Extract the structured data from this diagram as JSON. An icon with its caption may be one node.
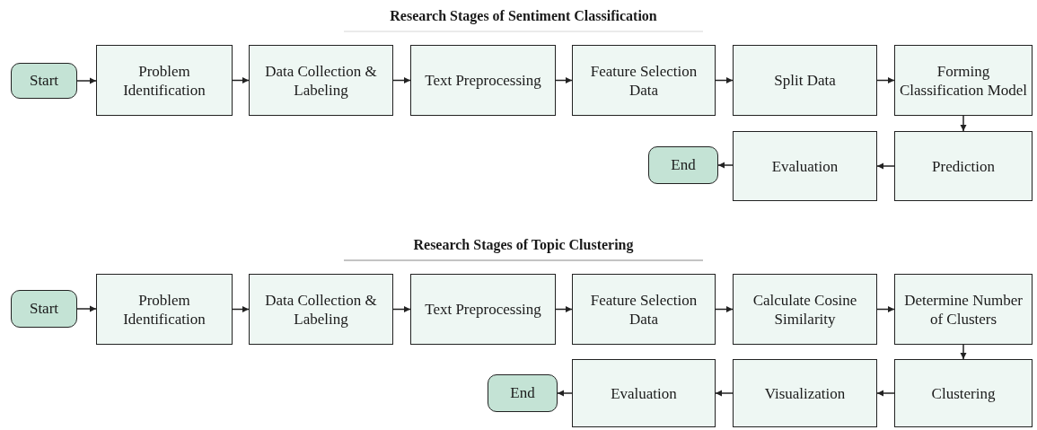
{
  "diagram": {
    "nodes": [
      {
        "text": [
          "Start"
        ]
      },
      {
        "text": [
          "Problem Identification"
        ]
      },
      {
        "text": [
          "Data Collection & Labeling"
        ]
      },
      {
        "text": [
          "Text Preprocessing"
        ]
      },
      {
        "text": [
          "Feature Selection Data"
        ]
      },
      {
        "text": [
          "Split Data"
        ]
      },
      {
        "text": [
          "Forming Classification Model"
        ]
      },
      {
        "text": [
          "Prediction"
        ]
      },
      {
        "text": [
          "Evaluation"
        ]
      },
      {
        "text": [
          "End"
        ]
      },
      {
        "text": [
          "Start"
        ]
      },
      {
        "text": [
          "Problem Identification"
        ]
      },
      {
        "text": [
          "Data Collection & Labeling"
        ]
      },
      {
        "text": [
          "Text Preprocessing"
        ]
      },
      {
        "text": [
          "Feature Selection Data"
        ]
      },
      {
        "text": [
          "Calculate Cosine Similarity"
        ]
      },
      {
        "text": [
          "Determine Number of Clusters"
        ]
      },
      {
        "text": [
          "Clustering"
        ]
      },
      {
        "text": [
          "Visualization"
        ]
      },
      {
        "text": [
          "Evaluation"
        ]
      },
      {
        "text": [
          "End"
        ]
      }
    ],
    "edges": [
      {
        "from": 0,
        "to": 1,
        "arrow": "to"
      },
      {
        "from": 1,
        "to": 2,
        "arrow": "to"
      },
      {
        "from": 2,
        "to": 3,
        "arrow": "to"
      },
      {
        "from": 3,
        "to": 4,
        "arrow": "to"
      },
      {
        "from": 4,
        "to": 5,
        "arrow": "to"
      },
      {
        "from": 5,
        "to": 6,
        "arrow": "to"
      },
      {
        "from": 6,
        "to": 7,
        "arrow": "to"
      },
      {
        "from": 7,
        "to": 8,
        "arrow": "to"
      },
      {
        "from": 8,
        "to": 9,
        "arrow": "to"
      },
      {
        "from": 10,
        "to": 11,
        "arrow": "to"
      },
      {
        "from": 11,
        "to": 12,
        "arrow": "to"
      },
      {
        "from": 12,
        "to": 13,
        "arrow": "to"
      },
      {
        "from": 13,
        "to": 14,
        "arrow": "to"
      },
      {
        "from": 14,
        "to": 15,
        "arrow": "to"
      },
      {
        "from": 15,
        "to": 16,
        "arrow": "to"
      },
      {
        "from": 16,
        "to": 17,
        "arrow": "to"
      },
      {
        "from": 17,
        "to": 18,
        "arrow": "to"
      },
      {
        "from": 18,
        "to": 19,
        "arrow": "to"
      },
      {
        "from": 19,
        "to": 20,
        "arrow": "to"
      }
    ],
    "labels": [
      "Research Stages of Sentiment Classification",
      "Research Stages of Topic Clustering"
    ]
  }
}
